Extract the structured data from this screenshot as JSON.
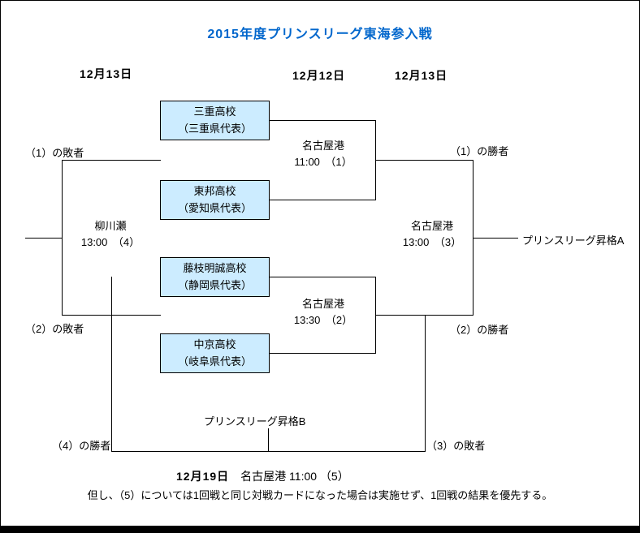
{
  "title": "2015年度プリンスリーグ東海参入戦",
  "date_headers": {
    "left": "12月13日",
    "middle": "12月12日",
    "right": "12月13日"
  },
  "teams": [
    {
      "name": "三重高校",
      "prefecture": "（三重県代表）"
    },
    {
      "name": "東邦高校",
      "prefecture": "（愛知県代表）"
    },
    {
      "name": "藤枝明誠高校",
      "prefecture": "（静岡県代表）"
    },
    {
      "name": "中京高校",
      "prefecture": "（岐阜県代表）"
    }
  ],
  "matches": {
    "m1": {
      "venue": "名古屋港",
      "time": "11:00　（1）"
    },
    "m2": {
      "venue": "名古屋港",
      "time": "13:30　（2）"
    },
    "m3": {
      "venue": "名古屋港",
      "time": "13:00　（3）"
    },
    "m4": {
      "venue": "柳川瀬",
      "time": "13:00　（4）"
    },
    "m5": {
      "date": "12月19日",
      "detail": "　名古屋港 11:00 （5）"
    }
  },
  "labels": {
    "loser1": "（1）の敗者",
    "loser2": "（2）の敗者",
    "loser3": "（3）の敗者",
    "winner1": "（1）の勝者",
    "winner2": "（2）の勝者",
    "winner4": "（4）の勝者",
    "promotion_a": "プリンスリーグ昇格A",
    "promotion_b": "プリンスリーグ昇格B"
  },
  "note": "但し、（5）については1回戦と同じ対戦カードになった場合は実施せず、1回戦の結果を優先する。",
  "colors": {
    "title_text": "#0066CC",
    "team_box_fill": "#CCECFF",
    "bracket_line": "#000000"
  }
}
